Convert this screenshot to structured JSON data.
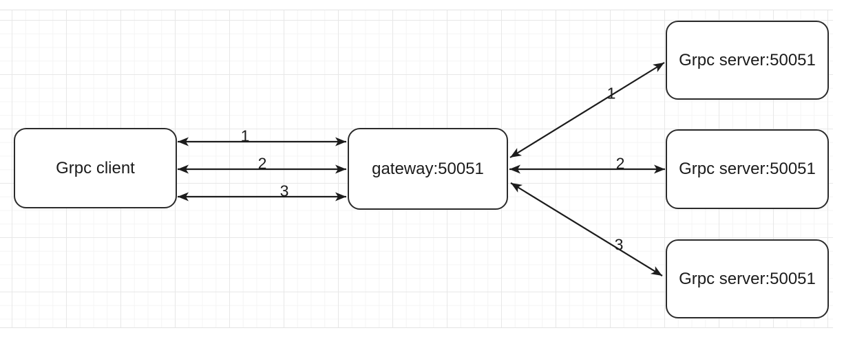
{
  "nodes": {
    "client": {
      "label": "Grpc client"
    },
    "gateway": {
      "label": "gateway:50051"
    },
    "servers": [
      {
        "label": "Grpc server:50051"
      },
      {
        "label": "Grpc server:50051"
      },
      {
        "label": "Grpc server:50051"
      }
    ]
  },
  "edges": {
    "client_gateway": [
      {
        "label": "1"
      },
      {
        "label": "2"
      },
      {
        "label": "3"
      }
    ],
    "gateway_servers": [
      {
        "label": "1"
      },
      {
        "label": "2"
      },
      {
        "label": "3"
      }
    ]
  },
  "colors": {
    "stroke": "#1c1c1c",
    "node_border": "#2b2b2b",
    "node_fill": "#ffffff",
    "text": "#1b1b1b",
    "grid_minor": "#f4f4f4",
    "grid_major": "#e7e7e7",
    "background": "#ffffff"
  }
}
